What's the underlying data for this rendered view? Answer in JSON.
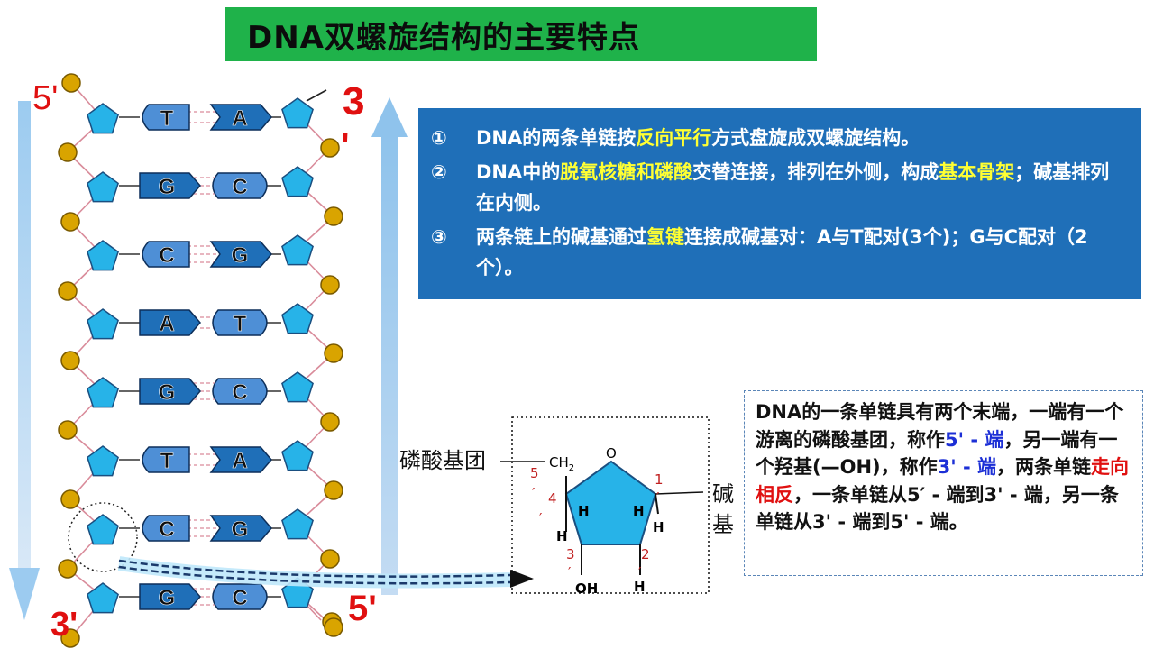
{
  "title": "DNA双螺旋结构的主要特点",
  "points": [
    {
      "num": "①",
      "parts": [
        {
          "t": "DNA的两条单链按"
        },
        {
          "t": "反向平行",
          "h": 1
        },
        {
          "t": "方式盘旋成双螺旋结构。"
        }
      ]
    },
    {
      "num": "②",
      "parts": [
        {
          "t": " DNA中的"
        },
        {
          "t": "脱氧核糖和磷酸",
          "h": 1
        },
        {
          "t": "交替连接，排列在外侧，构成"
        },
        {
          "t": "基本骨架",
          "h": 1
        },
        {
          "t": "；碱基排列在内侧。"
        }
      ]
    },
    {
      "num": "③",
      "parts": [
        {
          "t": "两条链上的碱基通过"
        },
        {
          "t": "氢键",
          "h": 1
        },
        {
          "t": "连接成碱基对：A与T配对(3个)；G与C配对（2个）。"
        }
      ]
    }
  ],
  "strand_ends": {
    "top_left": "5'",
    "top_right_num": "3",
    "top_right_prime": "'",
    "bottom_left": "3'",
    "bottom_right": "5'"
  },
  "base_pairs": [
    {
      "left": "T",
      "right": "A"
    },
    {
      "left": "G",
      "right": "C"
    },
    {
      "left": "C",
      "right": "G"
    },
    {
      "left": "A",
      "right": "T"
    },
    {
      "left": "G",
      "right": "C"
    },
    {
      "left": "T",
      "right": "A"
    },
    {
      "left": "C",
      "right": "G"
    },
    {
      "left": "G",
      "right": "C"
    }
  ],
  "sugar_detail": {
    "phosphate_label": "磷酸基团",
    "base_label": "碱基",
    "ring_o": "O",
    "ch2": "CH",
    "ch2_sub": "2",
    "carbon_numbers": [
      "1",
      "2",
      "3",
      "4",
      "5"
    ],
    "primes": "′",
    "h": "H",
    "oh": "OH"
  },
  "note_parts": [
    {
      "t": "DNA的一条单链具有两个末端，一端有一个游离的磷酸基团，称作"
    },
    {
      "t": "5' - 端",
      "c": "blue"
    },
    {
      "t": "，另一端有一个羟基(—OH)，称作"
    },
    {
      "t": "3' - 端",
      "c": "blue"
    },
    {
      "t": "，两条单链"
    },
    {
      "t": "走向相反",
      "c": "red"
    },
    {
      "t": "，一条单链从5′ - 端到3' - 端，另一条单链从3' - 端到5' - 端。"
    }
  ],
  "colors": {
    "title_bg": "#1fb24a",
    "box_bg": "#1f6fb8",
    "highlight": "#ffff33",
    "sugar": "#27b3e8",
    "base": "#1f6fb8",
    "phosphate": "#d9a400",
    "end_red": "#e01010"
  }
}
